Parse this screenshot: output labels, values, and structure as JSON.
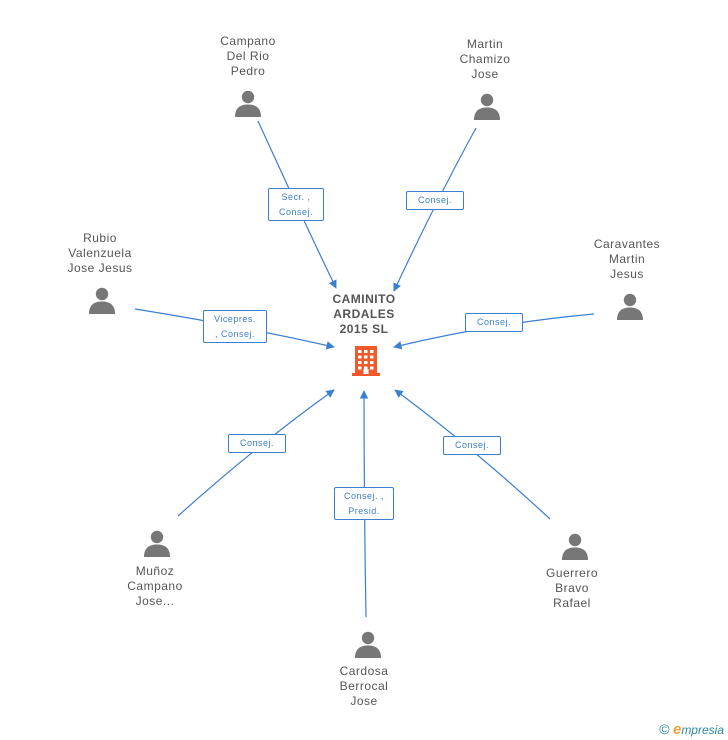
{
  "company": {
    "name": "CAMINITO\nARDALES\n2015 SL"
  },
  "people": [
    {
      "id": "campano-del-rio",
      "name": "Campano\nDel Rio\nPedro",
      "role": "Secr. ,\nConsej."
    },
    {
      "id": "martin-chamizo",
      "name": "Martin\nChamizo\nJose",
      "role": "Consej."
    },
    {
      "id": "rubio-valenzuela",
      "name": "Rubio\nValenzuela\nJose Jesus",
      "role": "Vicepres.\n, Consej."
    },
    {
      "id": "caravantes-martin",
      "name": "Caravantes\nMartin\nJesus",
      "role": "Consej."
    },
    {
      "id": "munoz-campano",
      "name": "Muñoz\nCampano\nJose...",
      "role": "Consej."
    },
    {
      "id": "cardosa-berrocal",
      "name": "Cardosa\nBerrocal\nJose",
      "role": "Consej. ,\nPresid."
    },
    {
      "id": "guerrero-bravo",
      "name": "Guerrero\nBravo\nRafael",
      "role": "Consej."
    }
  ],
  "footer": {
    "copyright_symbol": "©",
    "brand_initial": "e",
    "brand_rest": "mpresia"
  },
  "colors": {
    "edge": "#3b7fd0",
    "person_icon": "#777777",
    "company_icon": "#f0592a",
    "label": "#555555"
  }
}
